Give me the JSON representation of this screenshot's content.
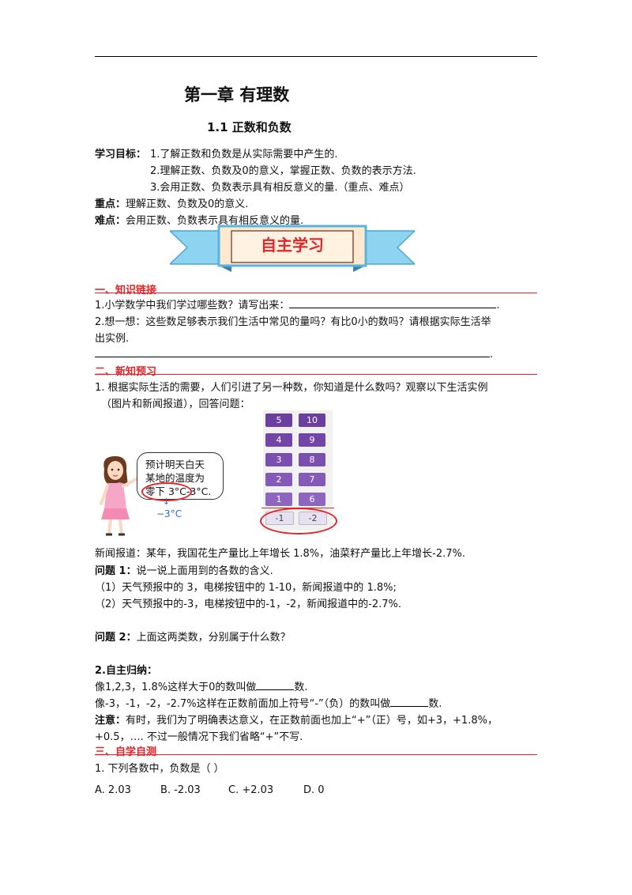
{
  "header": {
    "chapter_title": "第一章  有理数",
    "section_title": "1.1    正数和负数"
  },
  "goals": {
    "label": "学习目标：",
    "items": [
      "1.了解正数和负数是从实际需要中产生的.",
      "2.理解正数、负数及0的意义，掌握正数、负数的表示方法.",
      "3.会用正数、负数表示具有相反意义的量.（重点、难点）"
    ]
  },
  "key_point": {
    "label": "重点：",
    "text": "理解正数、负数及0的意义."
  },
  "difficulty": {
    "label": "难点：",
    "text": "会用正数、负数表示具有相反意义的量."
  },
  "banner": {
    "text": "自主学习"
  },
  "part1": {
    "heading": "一、知识链接",
    "q1": "1.小学数学中我们学过哪些数？请写出来：",
    "q1_end": ".",
    "q2_line1": "2.想一想：这些数足够表示我们生活中常见的量吗？有比0小的数吗？请根据实际生活举",
    "q2_line2": "出实例.",
    "q2_end": "."
  },
  "part2": {
    "heading": "二、新知预习",
    "intro_line1": "1. 根据实际生活的需要，人们引进了另一种数，你知道是什么数吗？观察以下生活实例",
    "intro_line2": "（图片和新闻报道），回答问题：",
    "bubble": [
      "预计明天白天",
      "某地的温度为",
      "零下 3°C-3°C."
    ],
    "temp_label": "−3°C",
    "elevator_buttons": [
      [
        "5",
        "10"
      ],
      [
        "4",
        "9"
      ],
      [
        "3",
        "8"
      ],
      [
        "2",
        "7"
      ],
      [
        "1",
        "6"
      ],
      [
        "-1",
        "-2"
      ]
    ],
    "news": "新闻报道：某年，我国花生产量比上年增长 1.8%，油菜籽产量比上年增长-2.7%.",
    "q1_label": "问题 1：",
    "q1_text": "说一说上面用到的各数的含义.",
    "q1_a1": "（1）天气预报中的 3，电梯按钮中的 1-10，新闻报道中的 1.8%;",
    "q1_a2": "（2）天气预报中的-3，电梯按钮中的-1，-2，新闻报道中的-2.7%.",
    "q2_label": "问题 2：",
    "q2_text": "上面这两类数，分别属于什么数？",
    "sum_label": "2.自主归纳：",
    "sum1": "像1,2,3，1.8%这样大于0的数叫做",
    "sum1_end": "数.",
    "sum2": "像-3，-1，-2，-2.7%这样在正数前面加上符号“-”（负）的数叫做",
    "sum2_end": "数.",
    "note_label": "注意：",
    "note_line1": "有时，我们为了明确表达意义，在正数前面也加上“+”（正）号，如+3，+1.8%，",
    "note_line2": "+0.5，…. 不过一般情况下我们省略“+”不写."
  },
  "part3": {
    "heading": "三、自学自测",
    "q1": "1. 下列各数中，负数是（     ）",
    "options": [
      "A. 2.03",
      "B. -2.03",
      "C. +2.03",
      "D. 0"
    ]
  },
  "colors": {
    "accent_red": "#e0262b",
    "banner_blue": "#8ed4f0",
    "banner_fill": "#fde9d0",
    "elevator_purple": "#6a3f9e"
  }
}
